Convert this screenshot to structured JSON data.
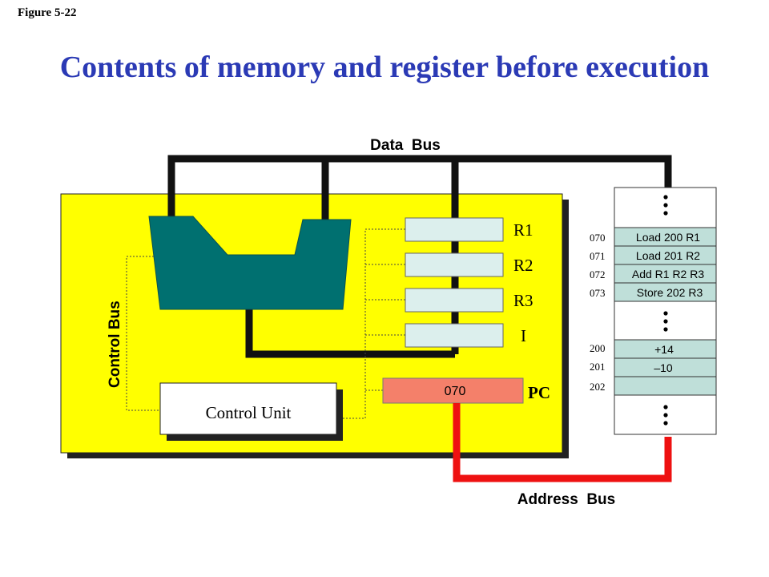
{
  "figure_label": "Figure 5-22",
  "title": "Contents of memory and register before execution",
  "buses": {
    "data": "Data  Bus",
    "address": "Address  Bus",
    "control": "Control  Bus"
  },
  "control_unit": "Control Unit",
  "registers": [
    "R1",
    "R2",
    "R3",
    "I"
  ],
  "pc": {
    "label": "PC",
    "value": "070"
  },
  "memory": [
    {
      "address": "070",
      "content": "Load 200 R1"
    },
    {
      "address": "071",
      "content": "Load 201 R2"
    },
    {
      "address": "072",
      "content": "Add R1 R2 R3"
    },
    {
      "address": "073",
      "content": "Store 202 R3"
    },
    {
      "address": "200",
      "content": "+14"
    },
    {
      "address": "201",
      "content": "–10"
    },
    {
      "address": "202",
      "content": ""
    }
  ],
  "colors": {
    "cpu": "#ffff00",
    "alu": "#007070",
    "register": "#dcefed",
    "pc": "#f4806a",
    "data_cell": "#bfdfd9",
    "address_bus": "#ee1111",
    "title": "#2b3ab5"
  }
}
